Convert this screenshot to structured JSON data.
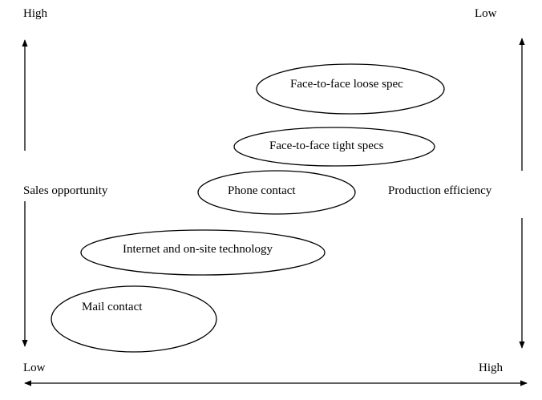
{
  "corner_labels": {
    "top_left": "High",
    "top_right": "Low",
    "bottom_left": "Low",
    "bottom_right": "High"
  },
  "axis_labels": {
    "left": "Sales opportunity",
    "right": "Production efficiency"
  },
  "ovals": [
    {
      "label": "Face-to-face loose spec"
    },
    {
      "label": "Face-to-face tight specs"
    },
    {
      "label": "Phone contact"
    },
    {
      "label": "Internet and on-site technology"
    },
    {
      "label": "Mail contact"
    }
  ],
  "colors": {
    "stroke": "#000000",
    "background": "#ffffff"
  }
}
